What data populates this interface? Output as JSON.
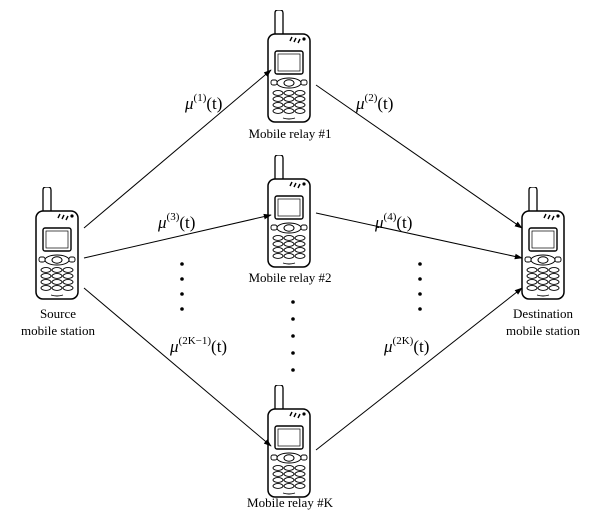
{
  "nodes": {
    "source": {
      "label_line1": "Source",
      "label_line2": "mobile station"
    },
    "relay1": {
      "label": "Mobile relay #1"
    },
    "relay2": {
      "label": "Mobile relay #2"
    },
    "relayK": {
      "label": "Mobile relay #K"
    },
    "destination": {
      "label_line1": "Destination",
      "label_line2": "mobile station"
    }
  },
  "links": {
    "mu1": {
      "symbol": "μ",
      "sup": "(1)",
      "arg": "(t)"
    },
    "mu2": {
      "symbol": "μ",
      "sup": "(2)",
      "arg": "(t)"
    },
    "mu3": {
      "symbol": "μ",
      "sup": "(3)",
      "arg": "(t)"
    },
    "mu4": {
      "symbol": "μ",
      "sup": "(4)",
      "arg": "(t)"
    },
    "mu2K1": {
      "symbol": "μ",
      "sup": "(2K−1)",
      "arg": "(t)"
    },
    "mu2K": {
      "symbol": "μ",
      "sup": "(2K)",
      "arg": "(t)"
    }
  }
}
